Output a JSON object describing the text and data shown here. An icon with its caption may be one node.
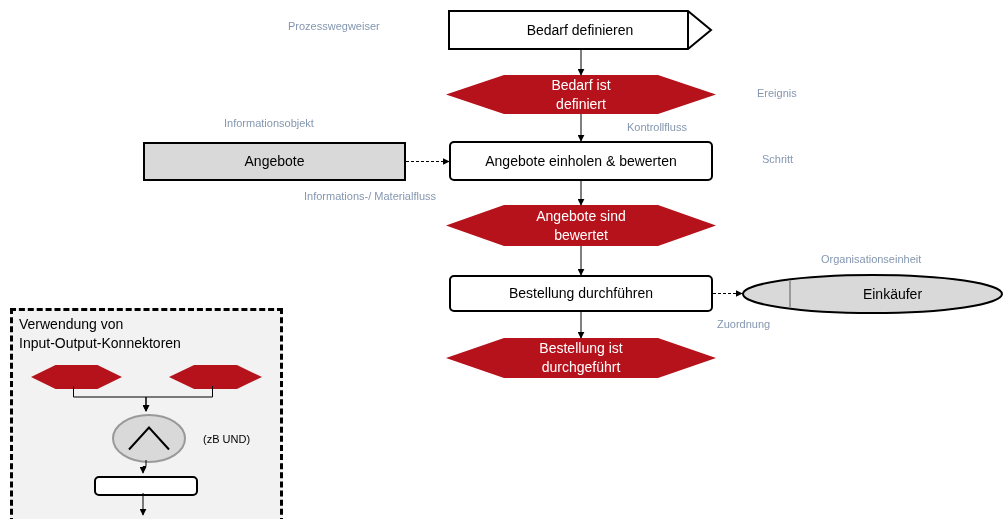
{
  "diagram": {
    "nodes": [
      {
        "text": [
          "Bedarf definieren"
        ]
      },
      {
        "text": [
          "Bedarf ist definiert"
        ]
      },
      {
        "text": [
          "Angebote einholen & bewerten"
        ]
      },
      {
        "text": [
          "Angebote"
        ]
      },
      {
        "text": [
          "Angebote sind bewertet"
        ]
      },
      {
        "text": [
          "Bestellung durchführen"
        ]
      },
      {
        "text": [
          "Einkäufer"
        ]
      },
      {
        "text": [
          "Bestellung ist durchgeführt"
        ]
      },
      {
        "text": [
          "Verwendung von Input-Output-Konnektoren"
        ]
      },
      {
        "text": [],
        "shape": "hexagon",
        "in": 8
      },
      {
        "text": [],
        "shape": "hexagon",
        "in": 8
      },
      {
        "text": [],
        "shape": "circle",
        "in": 8,
        "beside": [
          "(zB UND)"
        ]
      },
      {
        "text": [],
        "shape": "box",
        "in": 8
      }
    ],
    "edges": [
      {
        "from": 0,
        "to": 1,
        "arrow": "to"
      },
      {
        "from": 1,
        "to": 2,
        "arrow": "to"
      },
      {
        "from": 3,
        "to": 2,
        "arrow": "to",
        "style": "dashed"
      },
      {
        "from": 2,
        "to": 4,
        "arrow": "to"
      },
      {
        "from": 4,
        "to": 5,
        "arrow": "to"
      },
      {
        "from": 5,
        "to": 6,
        "arrow": "to",
        "style": "dashed"
      },
      {
        "from": 5,
        "to": 7,
        "arrow": "to"
      },
      {
        "from": 9,
        "to": 11,
        "arrow": "to"
      },
      {
        "from": 10,
        "to": 11,
        "arrow": "to"
      },
      {
        "from": 11,
        "to": 12,
        "arrow": "to"
      },
      {
        "from": 12,
        "to": null,
        "arrow": "to"
      }
    ],
    "labels": [
      "Prozesswegweiser",
      "Ereignis",
      "Informationsobjekt",
      "Kontrollfluss",
      "Schritt",
      "Informations-/ Materialfluss",
      "Organisationseinheit",
      "Zuordnung"
    ]
  }
}
